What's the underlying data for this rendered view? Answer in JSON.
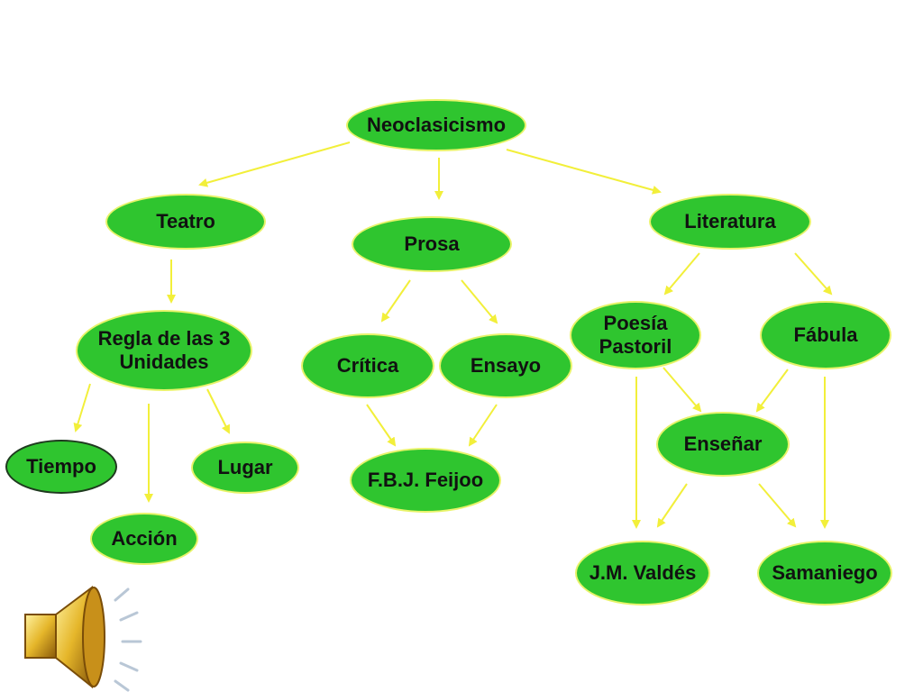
{
  "colors": {
    "node_fill": "#2fc52f",
    "node_border": "#e8f36a",
    "arrow": "#f2ef3a"
  },
  "icons": {
    "speaker": "speaker-icon"
  },
  "nodes": {
    "neoclasicismo": "Neoclasicismo",
    "teatro": "Teatro",
    "prosa": "Prosa",
    "literatura": "Literatura",
    "regla": "Regla de las 3\nUnidades",
    "critica": "Crítica",
    "ensayo": "Ensayo",
    "poesia": "Poesía\nPastoril",
    "fabula": "Fábula",
    "tiempo": "Tiempo",
    "lugar": "Lugar",
    "accion": "Acción",
    "feijoo": "F.B.J. Feijoo",
    "ensenar": "Enseñar",
    "valdes": "J.M. Valdés",
    "samaniego": "Samaniego"
  }
}
